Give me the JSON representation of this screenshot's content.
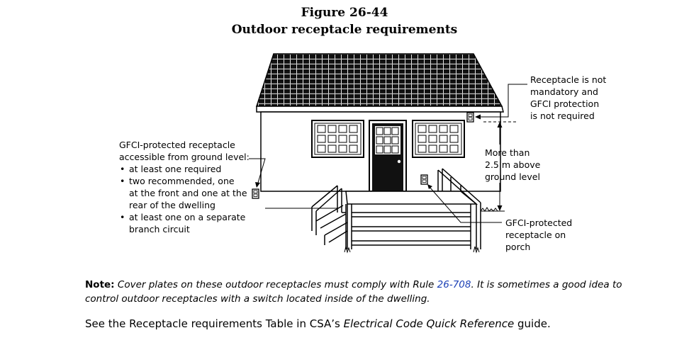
{
  "figure": {
    "number": "Figure 26-44",
    "caption": "Outdoor receptacle requirements"
  },
  "labels": {
    "top_right": [
      "Receptacle is not",
      "mandatory and",
      "GFCI protection",
      "is not required"
    ],
    "height": [
      "More than",
      "2.5 m above",
      "ground level"
    ],
    "porch": [
      "GFCI-protected",
      "receptacle on",
      "porch"
    ],
    "left_intro": [
      "GFCI-protected receptacle",
      "accessible from ground level:"
    ],
    "left_bullets": [
      [
        "at least one required"
      ],
      [
        "two recommended, one",
        "at the front and one at the",
        "rear of the dwelling"
      ],
      [
        "at least one on a separate",
        "branch circuit"
      ]
    ]
  },
  "note": {
    "lead": "Note:",
    "text_before_link": "Cover plates on these outdoor receptacles must comply with Rule",
    "link": "26-708",
    "text_after_link": ". It is sometimes a good idea to control outdoor receptacles with a switch located inside of the dwelling."
  },
  "reference": {
    "prefix": "See the Receptacle requirements Table in CSA’s",
    "title": "Electrical Code Quick Reference",
    "suffix": "guide."
  }
}
